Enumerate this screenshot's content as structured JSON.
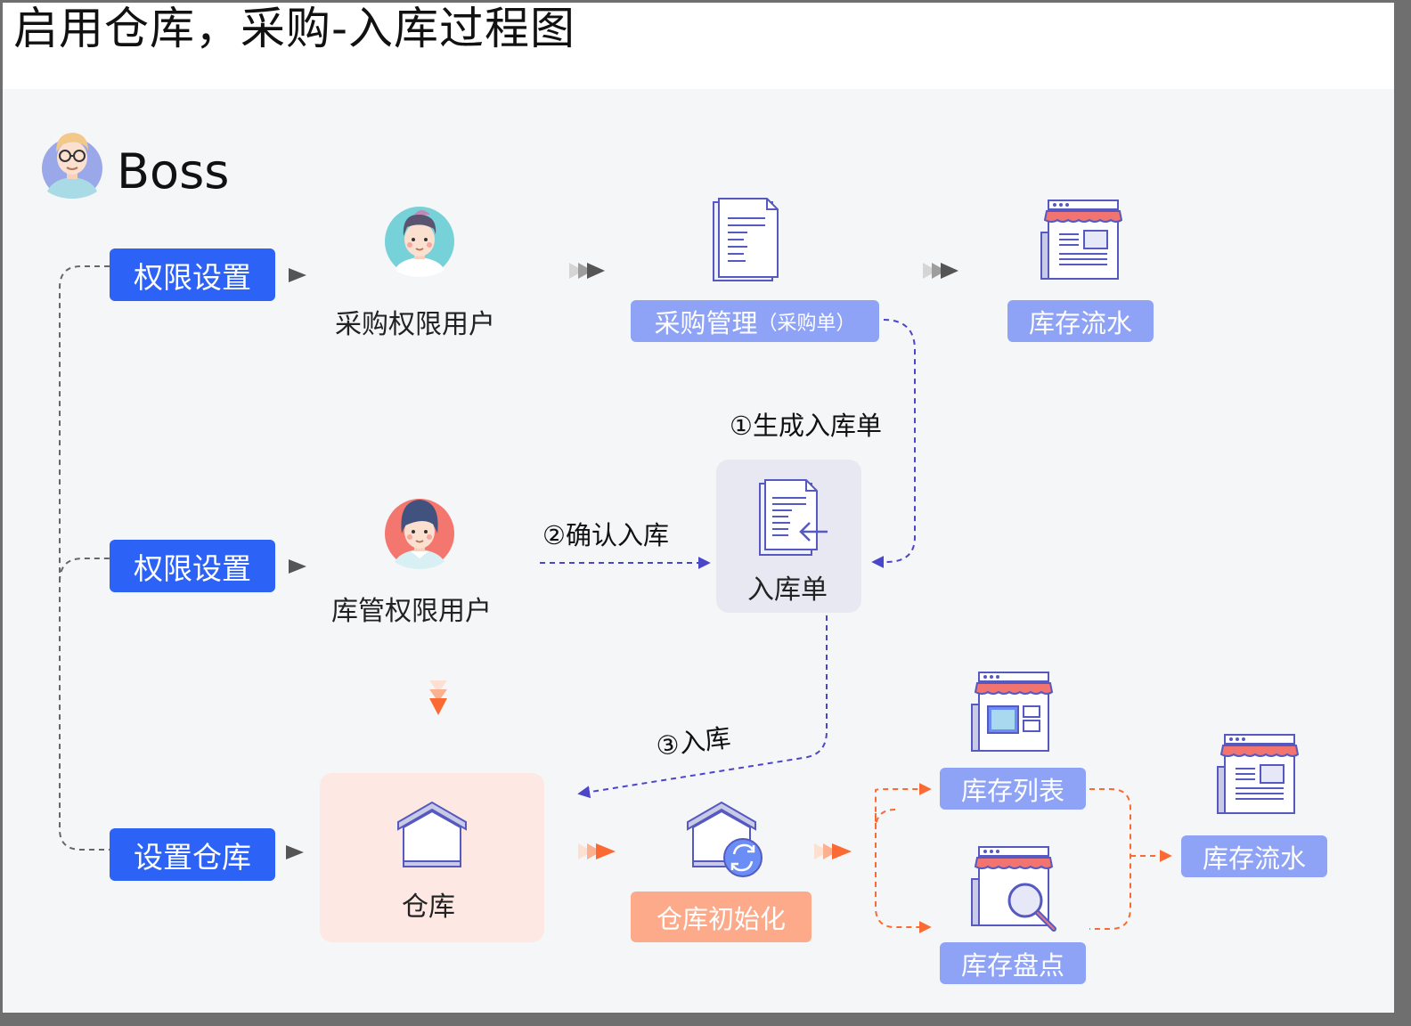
{
  "title": "启用仓库，采购-入库过程图",
  "boss": {
    "label": "Boss",
    "avatar_icon": "boss-avatar-icon"
  },
  "roles": {
    "purchase_user": "采购权限用户",
    "warehouse_user": "库管权限用户"
  },
  "buttons": {
    "permission_top": "权限设置",
    "permission_mid": "权限设置",
    "setup_warehouse": "设置仓库"
  },
  "tags": {
    "purchase_mgmt": "采购管理",
    "purchase_mgmt_sub": "（采购单）",
    "stock_flow_top": "库存流水",
    "warehouse_init": "仓库初始化",
    "stock_list": "库存列表",
    "stock_check": "库存盘点",
    "stock_flow_bottom": "库存流水"
  },
  "nodes": {
    "inbound_order": "入库单",
    "warehouse": "仓库"
  },
  "steps": {
    "step1": "①生成入库单",
    "step2": "②确认入库",
    "step3": "③入库"
  },
  "colors": {
    "primary_blue": "#2d62f7",
    "lilac": "#8ea2f6",
    "orange": "#fcaa8a",
    "arrow_orange": "#fa6a32",
    "dash_purple": "#4b45c9",
    "panel_lilac": "#e8e8f2",
    "panel_peach": "#fde8e3"
  }
}
